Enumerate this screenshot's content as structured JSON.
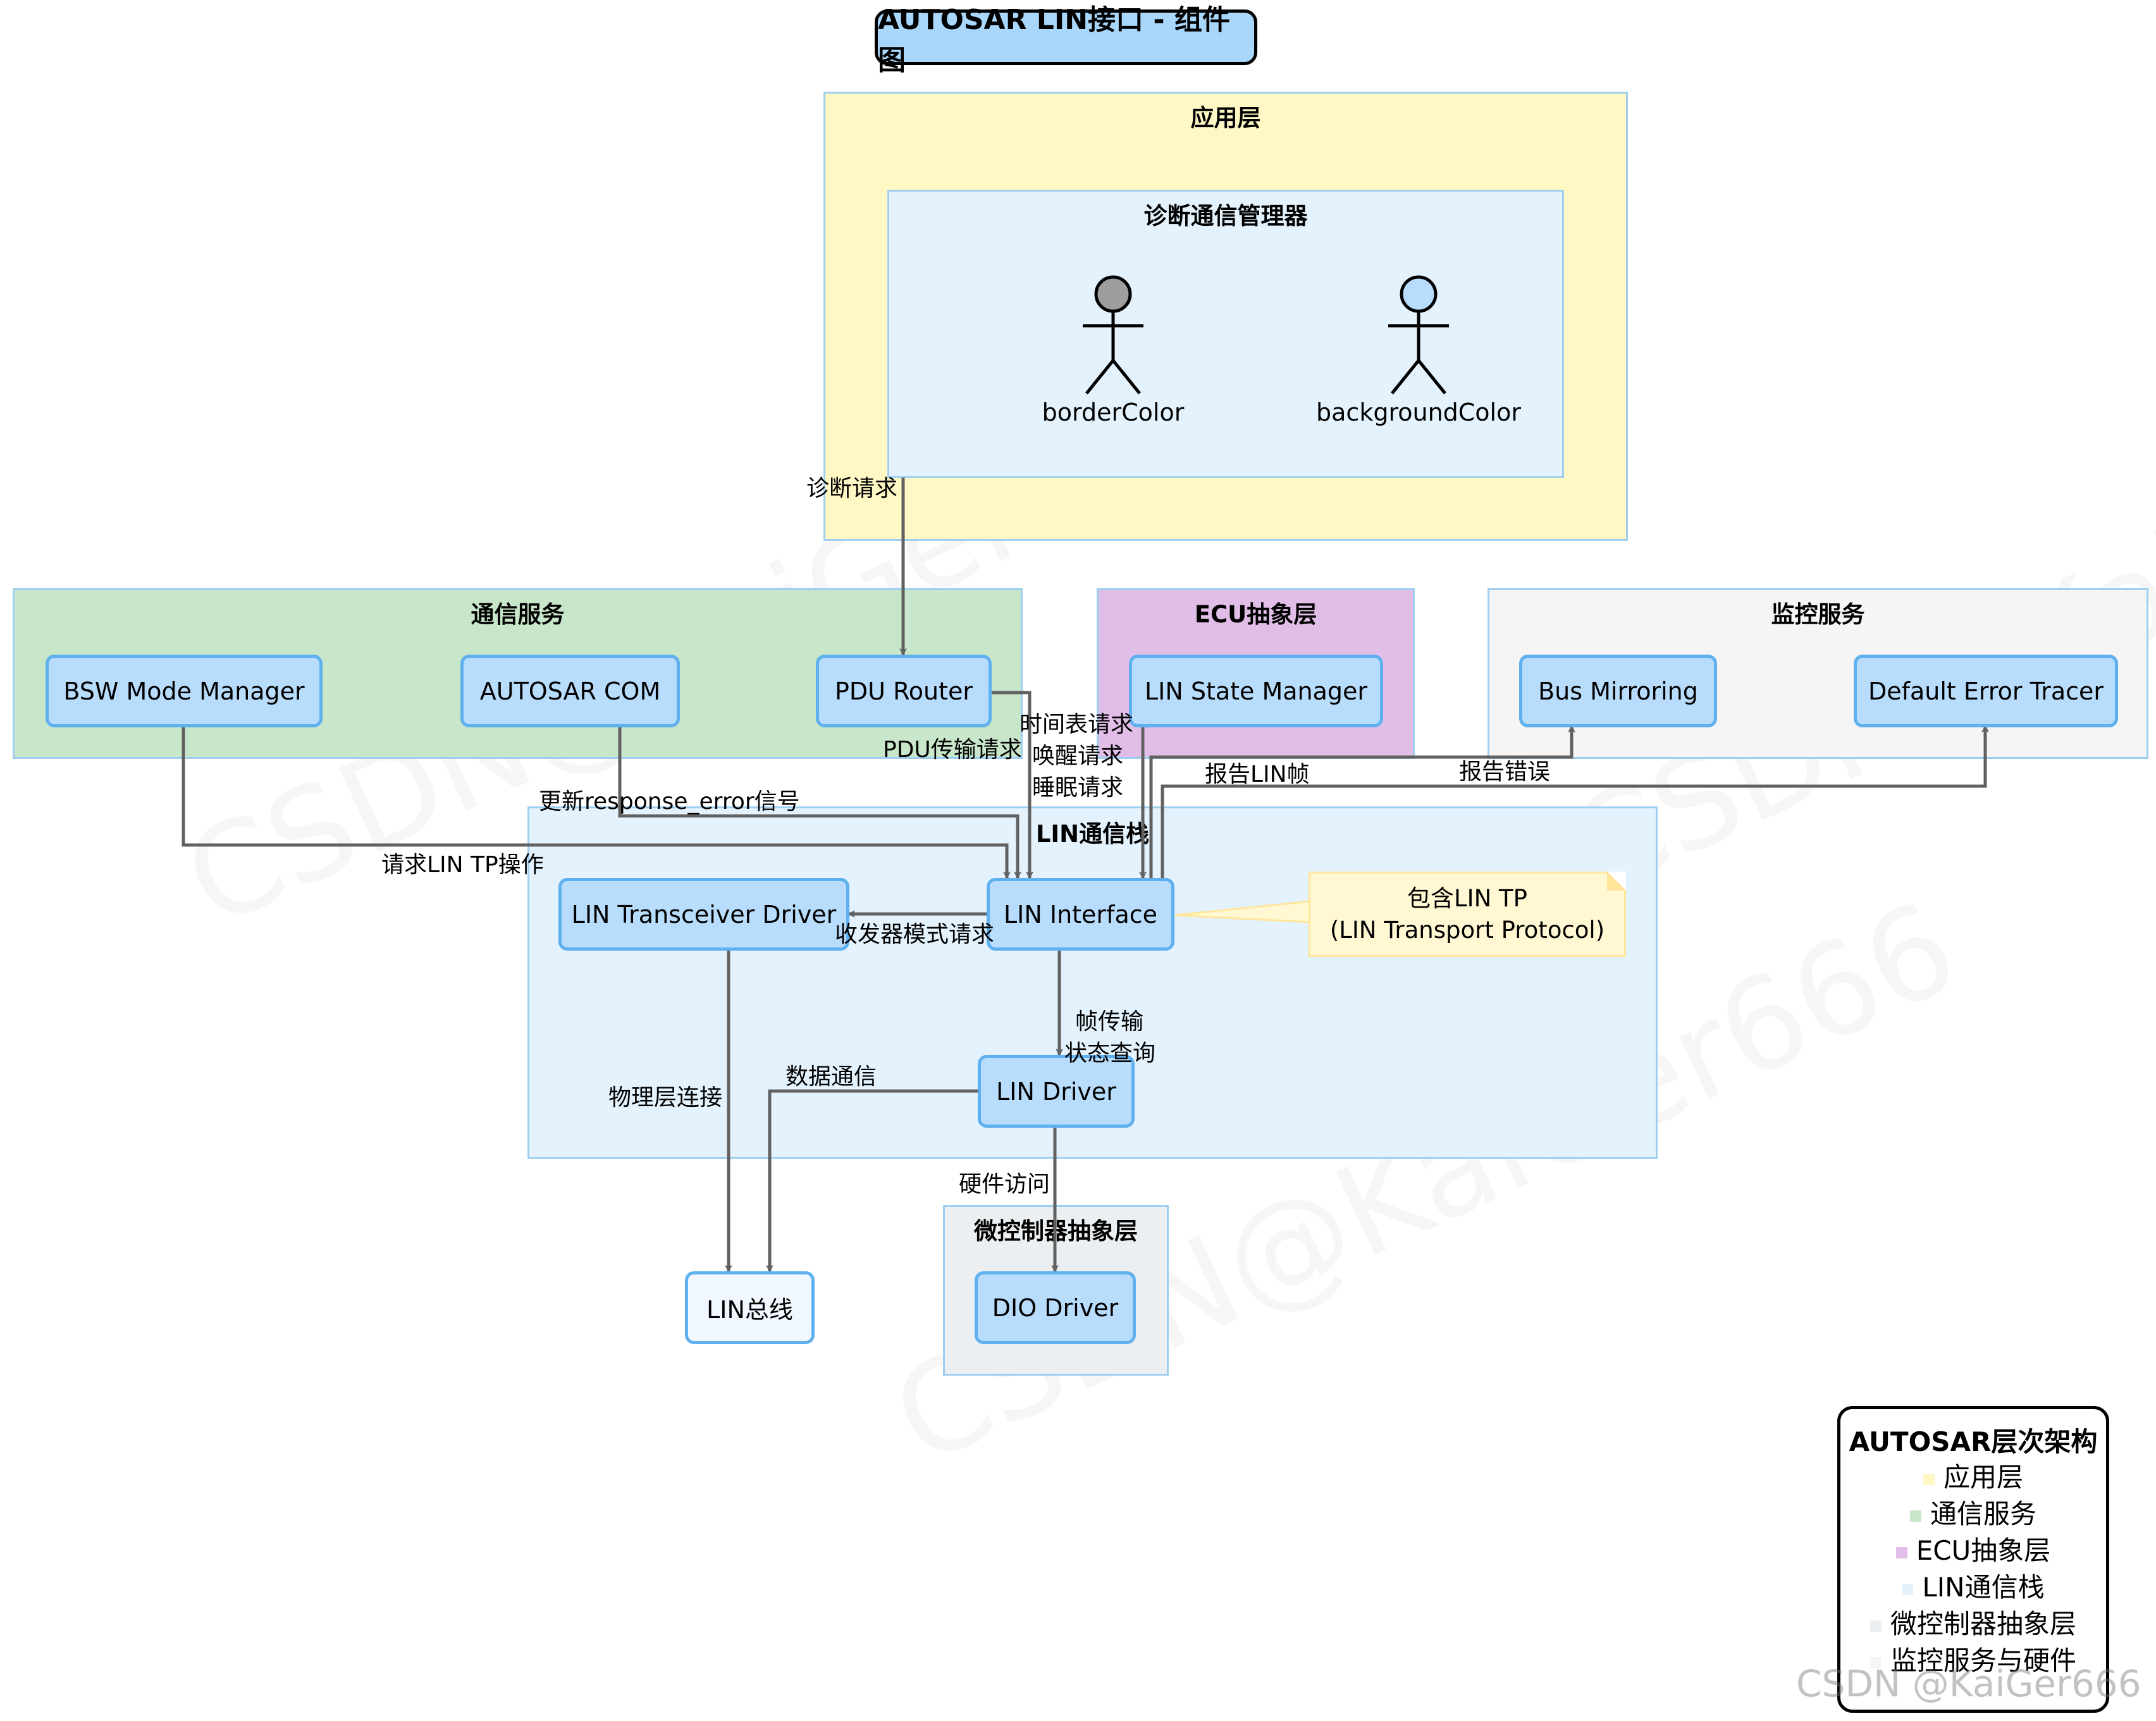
{
  "title": "AUTOSAR LIN接口 - 组件图",
  "packages": {
    "app": "应用层",
    "diag": "诊断通信管理器",
    "comm": "通信服务",
    "ecu": "ECU抽象层",
    "monitor": "监控服务",
    "lin_stack": "LIN通信栈",
    "mcal": "微控制器抽象层"
  },
  "actors": {
    "border": "borderColor",
    "background": "backgroundColor"
  },
  "components": {
    "bsw": "BSW Mode Manager",
    "com": "AUTOSAR COM",
    "pdur": "PDU Router",
    "linsm": "LIN State Manager",
    "busmirror": "Bus Mirroring",
    "det": "Default Error Tracer",
    "lintrcv": "LIN Transceiver Driver",
    "linif": "LIN Interface",
    "lindrv": "LIN Driver",
    "linbus": "LIN总线",
    "dio": "DIO Driver"
  },
  "edges": {
    "diag_req": "诊断请求",
    "pdu_tx": "PDU传输请求",
    "schedule": "时间表请求",
    "wakeup": "唤醒请求",
    "sleep": "睡眠请求",
    "report_frame": "报告LIN帧",
    "report_error": "报告错误",
    "update_resp": "更新response_error信号",
    "lin_tp": "请求LIN TP操作",
    "trcv_mode": "收发器模式请求",
    "frame_tx": "帧传输",
    "status": "状态查询",
    "phys": "物理层连接",
    "data_comm": "数据通信",
    "hw_access": "硬件访问"
  },
  "note": {
    "line1": "包含LIN TP",
    "line2": "(LIN Transport Protocol)"
  },
  "legend": {
    "title": "AUTOSAR层次架构",
    "items": [
      {
        "label": "应用层",
        "color": "#fff8c4"
      },
      {
        "label": "通信服务",
        "color": "#c8e6c9"
      },
      {
        "label": "ECU抽象层",
        "color": "#e1bee7"
      },
      {
        "label": "LIN通信栈",
        "color": "#e3f2fd"
      },
      {
        "label": "微控制器抽象层",
        "color": "#eceff1"
      },
      {
        "label": "监控服务与硬件",
        "color": "#f5f5f5"
      }
    ]
  },
  "credit": "CSDN @KaiGer666",
  "watermark": "CSDN@KaiGer666"
}
